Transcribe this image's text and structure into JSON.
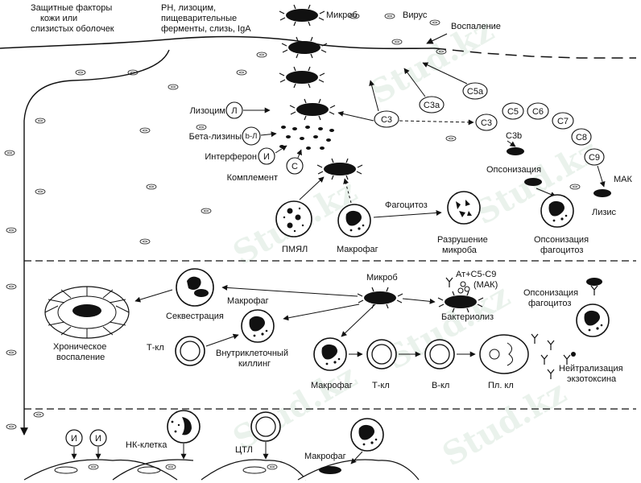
{
  "labels": {
    "barrier": "Защитные факторы кожи или слизистых оболочек",
    "barrier_line1": "Защитные факторы",
    "barrier_line2": "кожи или",
    "barrier_line3": "слизистых оболочек",
    "secretions_line1": "РН, лизоцим,",
    "secretions_line2": "пищеварительные",
    "secretions_line3": "ферменты, слизь, IgA",
    "microbe_top": "Микроб",
    "virus": "Вирус",
    "inflammation": "Воспаление",
    "lysozyme": "Лизоцим",
    "beta_lysins": "Бета-лизины",
    "interferon": "Интерферон",
    "complement": "Комплемент",
    "opsonization": "Опсонизация",
    "mac_short": "МАК",
    "lysis": "Лизис",
    "phagocytosis": "Фагоцитоз",
    "pmnl": "ПМЯЛ",
    "macrophage": "Макрофаг",
    "destruction_line1": "Разрушение",
    "destruction_line2": "микроба",
    "opson_phago_line1": "Опсонизация",
    "opson_phago_line2": "фагоцитоз",
    "microbe_mid": "Микроб",
    "at_c5c9": "Ат+С5-С9",
    "mac_paren": "(МАК)",
    "bacteriolysis": "Бактериолиз",
    "sequestration": "Секвестрация",
    "macrophage_mid": "Макрофаг",
    "chronic_line1": "Хроническое",
    "chronic_line2": "воспаление",
    "t_cell_left": "Т-кл",
    "intracellular_line1": "Внутриклеточный",
    "intracellular_line2": "киллинг",
    "macrophage_chain": "Макрофаг",
    "t_cell_chain": "Т-кл",
    "b_cell_chain": "В-кл",
    "plasma_cell": "Пл. кл",
    "opson_phago2_line1": "Опсонизация",
    "opson_phago2_line2": "фагоцитоз",
    "neutral_line1": "Нейтрализация",
    "neutral_line2": "экзотоксина",
    "nk_cell": "НК-клетка",
    "ctl": "ЦТЛ",
    "macrophage_bottom": "Макрофаг",
    "watermark": "Stud.kz"
  },
  "circles": {
    "lysozyme": "Л",
    "beta_lysins": "b-Л",
    "interferon": "И",
    "complement": "С",
    "c3": "С3",
    "c3a": "С3а",
    "c5a": "С5а",
    "c3_chain": "С3",
    "c5": "С5",
    "c6": "С6",
    "c7": "С7",
    "c8": "С8",
    "c9": "С9",
    "c3b": "С3b",
    "interferon_bottom_1": "И",
    "interferon_bottom_2": "И"
  }
}
